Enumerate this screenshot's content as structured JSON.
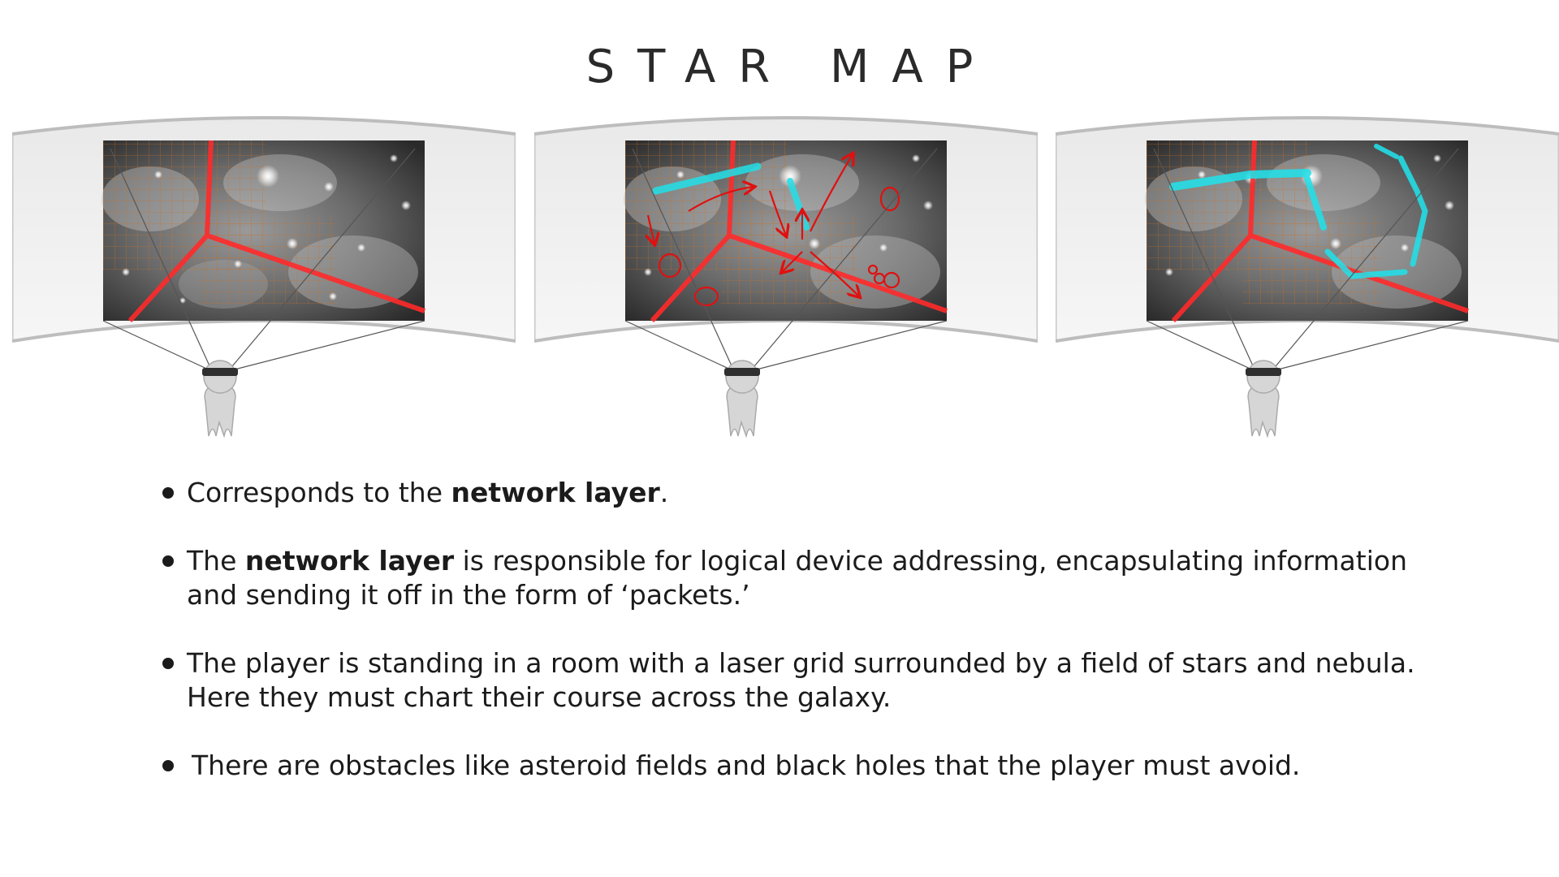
{
  "title": "STAR MAP",
  "bullets": [
    {
      "parts": [
        {
          "text": "Corresponds to the ",
          "bold": false
        },
        {
          "text": "network layer",
          "bold": true
        },
        {
          "text": ".",
          "bold": false
        }
      ]
    },
    {
      "parts": [
        {
          "text": "The ",
          "bold": false
        },
        {
          "text": "network layer",
          "bold": true
        },
        {
          "text": " is responsible for logical device addressing, encapsulating information and sending it off in the form of ‘packets.’",
          "bold": false
        }
      ]
    },
    {
      "parts": [
        {
          "text": "The player is standing in a room with a laser grid surrounded by a field of stars and nebula. Here they must chart their course across the galaxy.",
          "bold": false
        }
      ]
    },
    {
      "parts": [
        {
          "text": "There are obstacles like asteroid fields and black holes that the player must avoid.",
          "bold": false
        }
      ]
    }
  ],
  "panels": [
    {
      "id": "panel-1",
      "overlay": "none",
      "laser_color": "#ff2a2a"
    },
    {
      "id": "panel-2",
      "overlay": "hand-drawn route arrows and circled obstacles",
      "annotation_color": "#e01010",
      "beam_color": "#22e0e8"
    },
    {
      "id": "panel-3",
      "overlay": "charted constellation route",
      "beam_color": "#22e0e8"
    }
  ]
}
